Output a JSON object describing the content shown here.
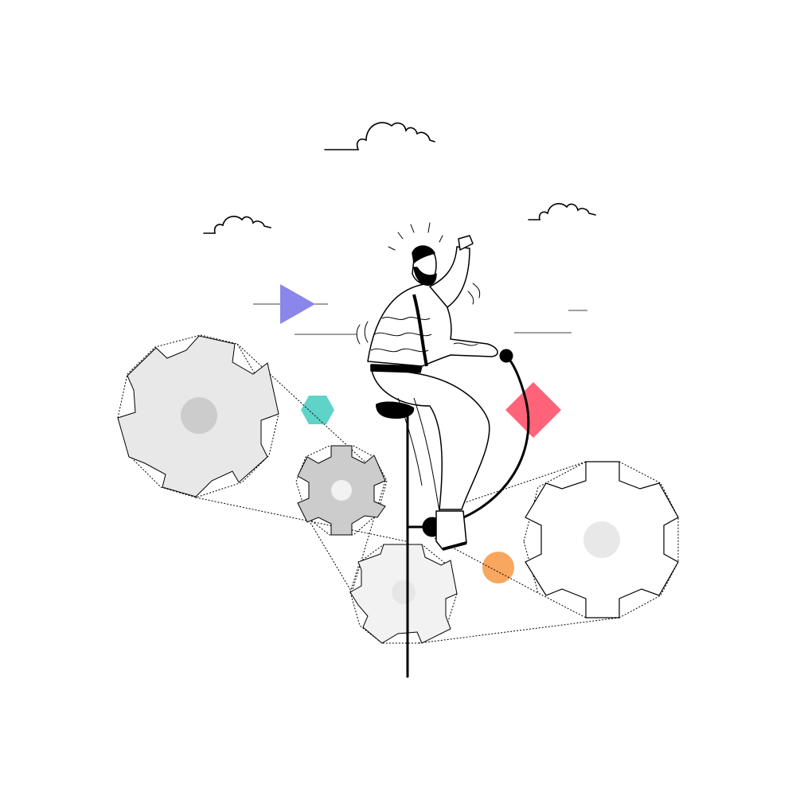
{
  "scene": {
    "description_icon": "person-riding-gear-cycle-illustration",
    "colors": {
      "background": "#ffffff",
      "ink": "#000000",
      "triangle": "#8b86ea",
      "hexagon": "#5fd3c8",
      "diamond": "#ff6379",
      "circle": "#f9a65e",
      "gear_large": "#e8e8e8",
      "gear_medium": "#cccccc",
      "gear_small": "#f2f2f2",
      "gear_right": "#ffffff",
      "hub_dark": "#cccccc",
      "hub_light": "#f2f2f2"
    },
    "icons": {
      "clouds": "cloud-icon",
      "gears": "gear-icon",
      "triangle": "triangle-shape",
      "hexagon": "hexagon-shape",
      "diamond": "diamond-shape",
      "circle": "circle-shape"
    }
  }
}
